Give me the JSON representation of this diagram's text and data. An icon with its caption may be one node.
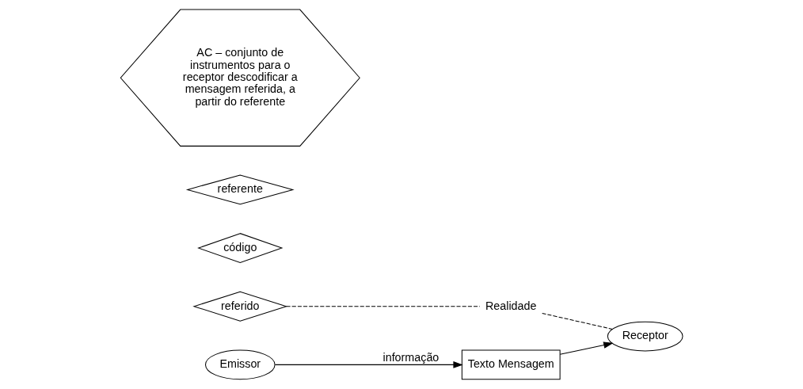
{
  "diagram": {
    "nodes": [
      {
        "text": [
          "Texto Mensagem"
        ]
      },
      {
        "text": [
          "código"
        ]
      },
      {
        "text": [
          "Receptor"
        ]
      },
      {
        "text": [
          "referido"
        ]
      },
      {
        "text": [
          "Realidade"
        ]
      },
      {
        "text": [
          "referente"
        ]
      },
      {
        "text": [
          "Emissor"
        ]
      },
      {
        "text": [
          "AC – conjunto de instrumentos para o receptor descodificar a mensagem referida, a partir do referente"
        ]
      }
    ],
    "edges": [
      {
        "from": 6,
        "to": 0,
        "arrow": "to",
        "label": "informação"
      },
      {
        "from": 0,
        "to": 2,
        "arrow": "to"
      },
      {
        "from": 3,
        "to": 4,
        "arrow": "none",
        "style": "dashed"
      },
      {
        "from": 4,
        "to": 2,
        "arrow": "none",
        "style": "dashed"
      }
    ]
  }
}
